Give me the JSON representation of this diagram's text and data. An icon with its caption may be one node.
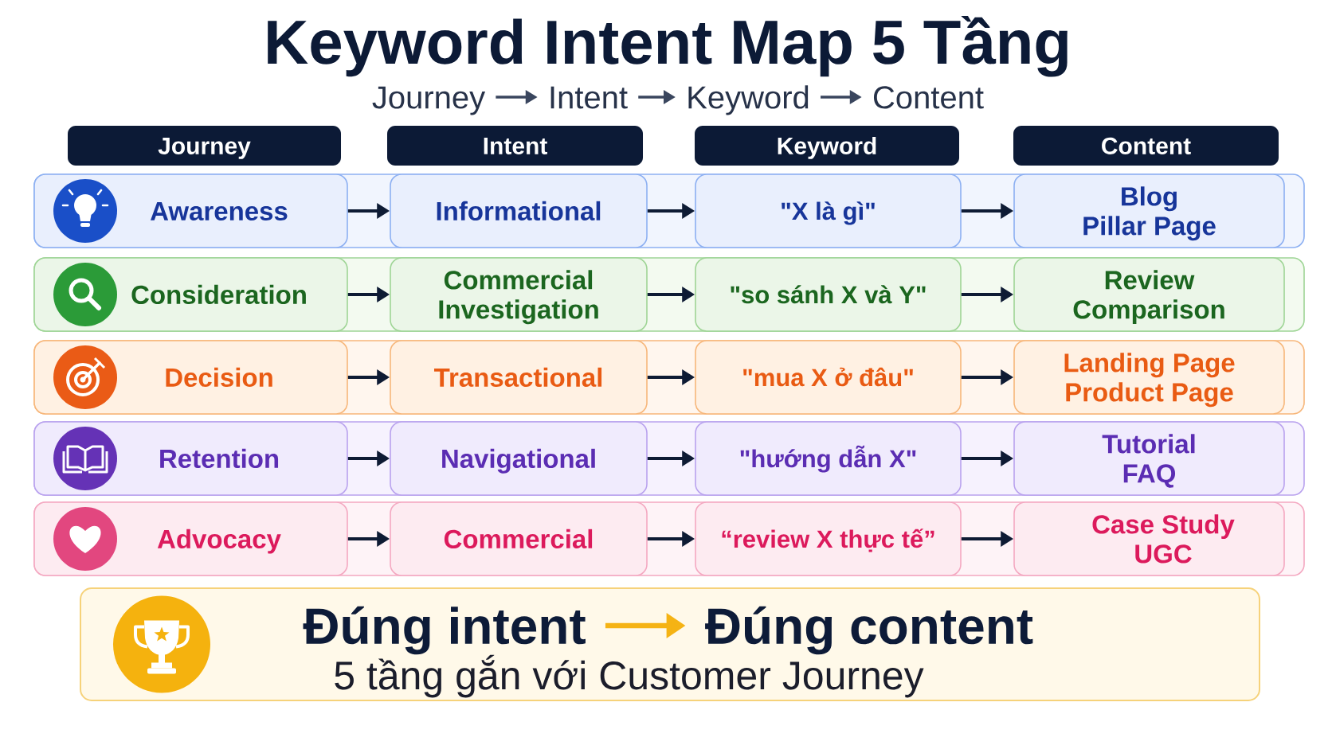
{
  "diagram": {
    "title": "Keyword Intent Map 5 Tầng",
    "nodes": [
      {
        "text": [
          "Journey"
        ]
      },
      {
        "text": [
          "Intent"
        ]
      },
      {
        "text": [
          "Keyword"
        ]
      },
      {
        "text": [
          "Content"
        ]
      },
      {
        "text": [
          "Journey"
        ]
      },
      {
        "text": [
          "Intent"
        ]
      },
      {
        "text": [
          "Keyword"
        ]
      },
      {
        "text": [
          "Content"
        ]
      },
      {
        "text": [],
        "shape": "band"
      },
      {
        "text": [
          "Awareness"
        ],
        "in": 8
      },
      {
        "text": [
          "Informational"
        ],
        "in": 8
      },
      {
        "text": [
          "\"X là gì\""
        ],
        "in": 8
      },
      {
        "text": [
          "Blog Pillar Page"
        ],
        "in": 8
      },
      {
        "text": [],
        "shape": "band"
      },
      {
        "text": [
          "Consideration"
        ],
        "in": 13
      },
      {
        "text": [
          "Commercial Investigation"
        ],
        "in": 13
      },
      {
        "text": [
          "\"so sánh X và Y\""
        ],
        "in": 13
      },
      {
        "text": [
          "Review Comparison"
        ],
        "in": 13
      },
      {
        "text": [],
        "shape": "band"
      },
      {
        "text": [
          "Decision"
        ],
        "in": 18
      },
      {
        "text": [
          "Transactional"
        ],
        "in": 18
      },
      {
        "text": [
          "\"mua X ở đâu\""
        ],
        "in": 18
      },
      {
        "text": [
          "Landing Page Product Page"
        ],
        "in": 18
      },
      {
        "text": [],
        "shape": "band"
      },
      {
        "text": [
          "Retention"
        ],
        "in": 23
      },
      {
        "text": [
          "Navigational"
        ],
        "in": 23
      },
      {
        "text": [
          "\"hướng dẫn X\""
        ],
        "in": 23
      },
      {
        "text": [
          "Tutorial FAQ"
        ],
        "in": 23
      },
      {
        "text": [],
        "shape": "band"
      },
      {
        "text": [
          "Advocacy"
        ],
        "in": 28
      },
      {
        "text": [
          "Commercial"
        ],
        "in": 28
      },
      {
        "text": [
          "“review X thực tế”"
        ],
        "in": 28
      },
      {
        "text": [
          "Case Study UGC"
        ],
        "in": 28
      },
      {
        "text": [
          "5 tầng gắn với Customer Journey"
        ]
      },
      {
        "text": [
          "Đúng intent"
        ],
        "in": 33
      },
      {
        "text": [
          "Đúng content"
        ],
        "in": 33
      }
    ],
    "edges": [
      {
        "from": 0,
        "to": 1,
        "arrow": "to",
        "color": "#3a465e"
      },
      {
        "from": 1,
        "to": 2,
        "arrow": "to",
        "color": "#3a465e"
      },
      {
        "from": 2,
        "to": 3,
        "arrow": "to",
        "color": "#3a465e"
      },
      {
        "from": 9,
        "to": 10,
        "arrow": "to"
      },
      {
        "from": 10,
        "to": 11,
        "arrow": "to"
      },
      {
        "from": 11,
        "to": 12,
        "arrow": "to"
      },
      {
        "from": 14,
        "to": 15,
        "arrow": "to"
      },
      {
        "from": 15,
        "to": 16,
        "arrow": "to"
      },
      {
        "from": 16,
        "to": 17,
        "arrow": "to"
      },
      {
        "from": 19,
        "to": 20,
        "arrow": "to"
      },
      {
        "from": 20,
        "to": 21,
        "arrow": "to"
      },
      {
        "from": 21,
        "to": 22,
        "arrow": "to"
      },
      {
        "from": 24,
        "to": 25,
        "arrow": "to"
      },
      {
        "from": 25,
        "to": 26,
        "arrow": "to"
      },
      {
        "from": 26,
        "to": 27,
        "arrow": "to"
      },
      {
        "from": 29,
        "to": 30,
        "arrow": "to"
      },
      {
        "from": 30,
        "to": 31,
        "arrow": "to"
      },
      {
        "from": 31,
        "to": 32,
        "arrow": "to"
      },
      {
        "from": 34,
        "to": 35,
        "arrow": "to",
        "color": "#f5b314"
      }
    ]
  }
}
